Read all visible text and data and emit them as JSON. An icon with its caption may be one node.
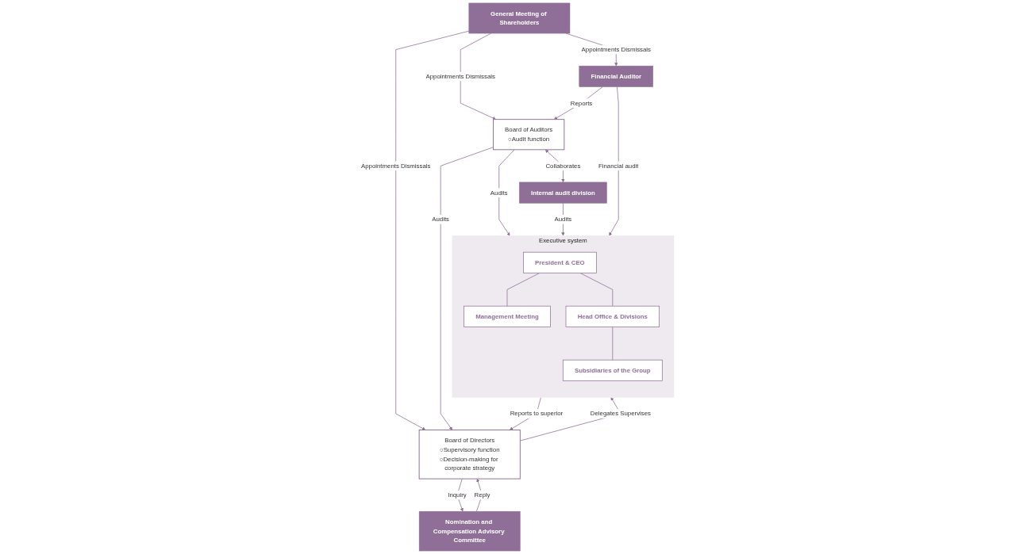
{
  "diagram": {
    "nodes": [
      {
        "text": [
          "General Meeting of Shareholders"
        ]
      },
      {
        "text": [
          "Board of Directors",
          "○Supervisory function",
          "○Decision-making for corporate strategy"
        ]
      },
      {
        "text": [
          "Board of Auditors",
          "○Audit function"
        ]
      },
      {
        "text": [
          "Financial Auditor"
        ]
      },
      {
        "text": [
          "Nomination and Compensation Advisory Committee"
        ]
      },
      {
        "text": [
          "Internal audit division"
        ]
      },
      {
        "text": [
          "Executive system"
        ]
      },
      {
        "text": [
          "President & CEO"
        ],
        "in": 6
      },
      {
        "text": [
          "Management Meeting"
        ],
        "in": 6
      },
      {
        "text": [
          "Head Office & Divisions"
        ],
        "in": 6
      },
      {
        "text": [
          "Subsidiaries of the Group"
        ],
        "in": 6
      }
    ],
    "edges": [
      {
        "from": 0,
        "to": 1,
        "arrow": "to",
        "label": "Appointments Dismissals"
      },
      {
        "from": 0,
        "to": 2,
        "arrow": "to",
        "label": "Appointments Dismissals"
      },
      {
        "from": 0,
        "to": 3,
        "arrow": "to",
        "label": "Appointments Dismissals"
      },
      {
        "from": 2,
        "to": 1,
        "arrow": "to",
        "label": "Audits"
      },
      {
        "from": 3,
        "to": 2,
        "arrow": "to",
        "label": "Reports"
      },
      {
        "from": 1,
        "to": 4,
        "arrow": "to",
        "label": "Inquiry"
      },
      {
        "from": 4,
        "to": 1,
        "arrow": "to",
        "label": "Reply"
      },
      {
        "from": 1,
        "to": 6,
        "arrow": "to",
        "label": "Delegates Supervises"
      },
      {
        "from": 6,
        "to": 1,
        "arrow": "to",
        "label": "Reports to superior"
      },
      {
        "from": 2,
        "to": 6,
        "arrow": "to",
        "label": "Audits"
      },
      {
        "from": 2,
        "to": 5,
        "arrow": "both",
        "label": "Collaborates"
      },
      {
        "from": 5,
        "to": 6,
        "arrow": "to",
        "label": "Audits"
      },
      {
        "from": 3,
        "to": 6,
        "arrow": "to",
        "label": "Financial audit"
      },
      {
        "from": 7,
        "to": 8,
        "arrow": "none"
      },
      {
        "from": 7,
        "to": 9,
        "arrow": "none"
      },
      {
        "from": 9,
        "to": 10,
        "arrow": "none"
      }
    ]
  }
}
